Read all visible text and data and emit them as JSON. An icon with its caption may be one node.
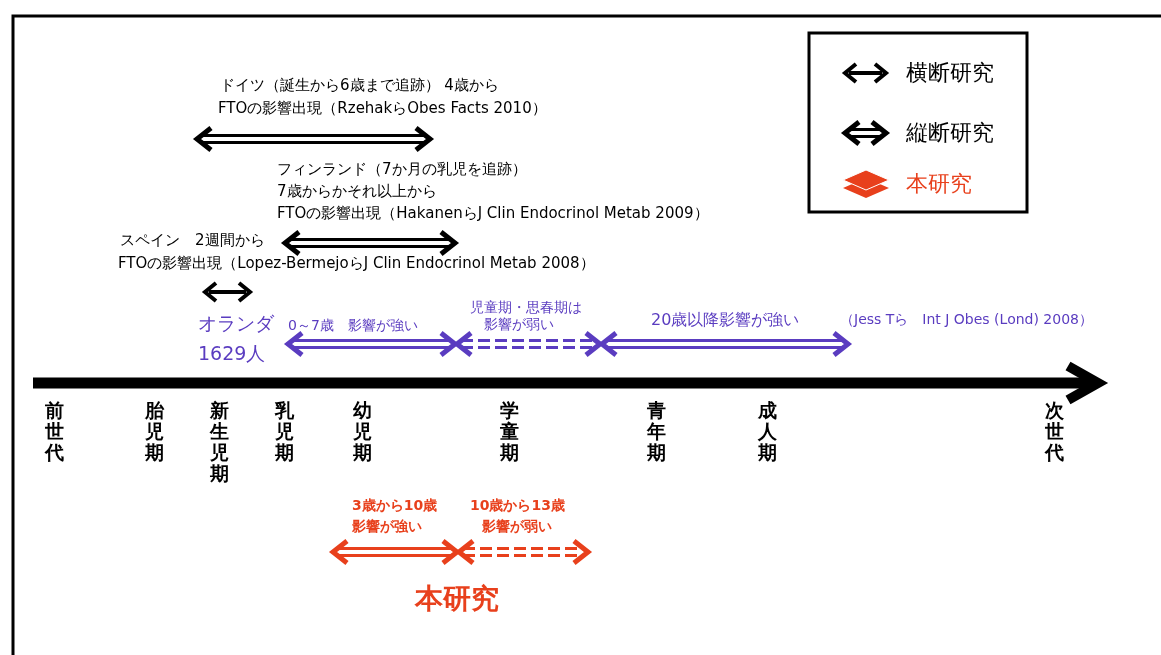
{
  "diagram": {
    "labels": [
      "ドイツ（誕生から6歳まで追跡） 4歳から",
      "FTOの影響出現（RzehakらObes Facts 2010）",
      "フィンランド（7か月の乳児を追跡）",
      "7歳からかそれ以上から",
      "FTOの影響出現（HakanenらJ Clin Endocrinol Metab 2009）",
      "スペイン　2週間から",
      "FTOの影響出現（Lopez-BermejoらJ Clin Endocrinol Metab 2008）",
      "オランダ",
      "1629人",
      "0～7歳　影響が強い",
      "児童期・思春期は",
      "影響が弱い",
      "20歳以降影響が強い",
      "（Jess Tら　Int J Obes (Lond) 2008）",
      "前世代",
      "胎児期",
      "新生児期",
      "乳児期",
      "幼児期",
      "学童期",
      "青年期",
      "成人期",
      "次世代",
      "3歳から10歳",
      "影響が強い",
      "10歳から13歳",
      "影響が弱い",
      "本研究"
    ],
    "legend": [
      {
        "text": "横断研究"
      },
      {
        "text": "縦断研究"
      },
      {
        "text": "本研究",
        "color": "#e8401c"
      }
    ]
  }
}
